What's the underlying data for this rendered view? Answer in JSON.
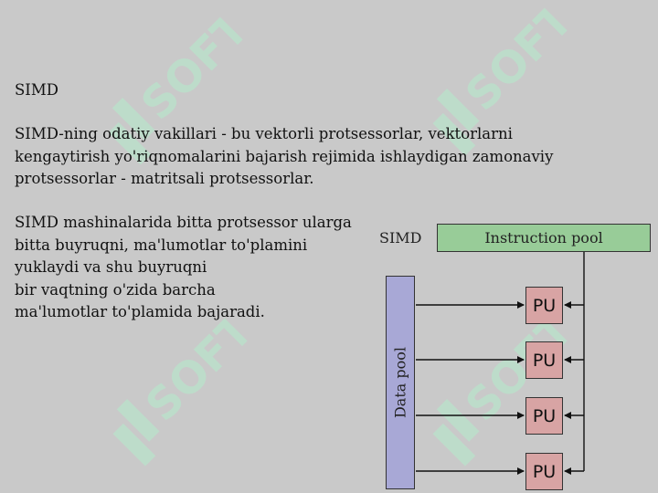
{
  "slide": {
    "title": "SIMD",
    "paragraph1": [
      "SIMD-ning odatiy vakillari - bu vektorli protsessorlar, vektorlarni",
      "kengaytirish yo'riqnomalarini bajarish rejimida ishlaydigan zamonaviy",
      "protsessorlar - matritsali protsessorlar."
    ],
    "paragraph2": [
      "SIMD mashinalarida bitta protsessor ularga",
      "bitta buyruqni, ma'lumotlar to'plamini",
      "yuklaydi va shu buyruqni",
      "bir vaqtning o'zida barcha",
      "ma'lumotlar to'plamida bajaradi."
    ]
  },
  "diagram": {
    "label": "SIMD",
    "instruction_pool": "Instruction pool",
    "data_pool": "Data pool",
    "processing_units": [
      "PU",
      "PU",
      "PU",
      "PU"
    ],
    "colors": {
      "instruction_pool": "#98cc98",
      "data_pool": "#a8a8d6",
      "processing_unit": "#d8a4a4"
    }
  },
  "watermark": {
    "text": "SOFT",
    "color": "#b4eccc"
  }
}
